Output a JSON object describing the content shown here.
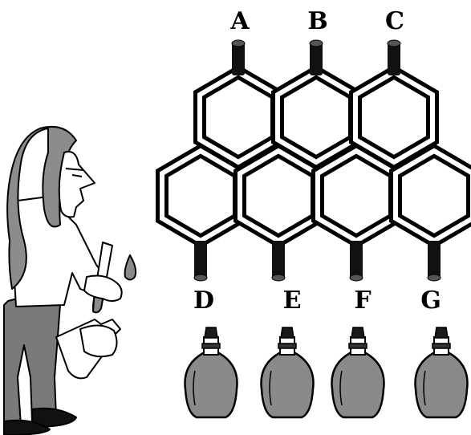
{
  "diagram": {
    "top_labels": [
      "A",
      "B",
      "C"
    ],
    "bottom_labels": [
      "D",
      "E",
      "F",
      "G"
    ],
    "bottle_count": 4,
    "colors": {
      "line": "#000000",
      "bottle_fill": "#8a8a8a",
      "hair": "#8c8c8c",
      "pants": "#7a7a7a",
      "liquid": "#8a8a8a"
    }
  }
}
